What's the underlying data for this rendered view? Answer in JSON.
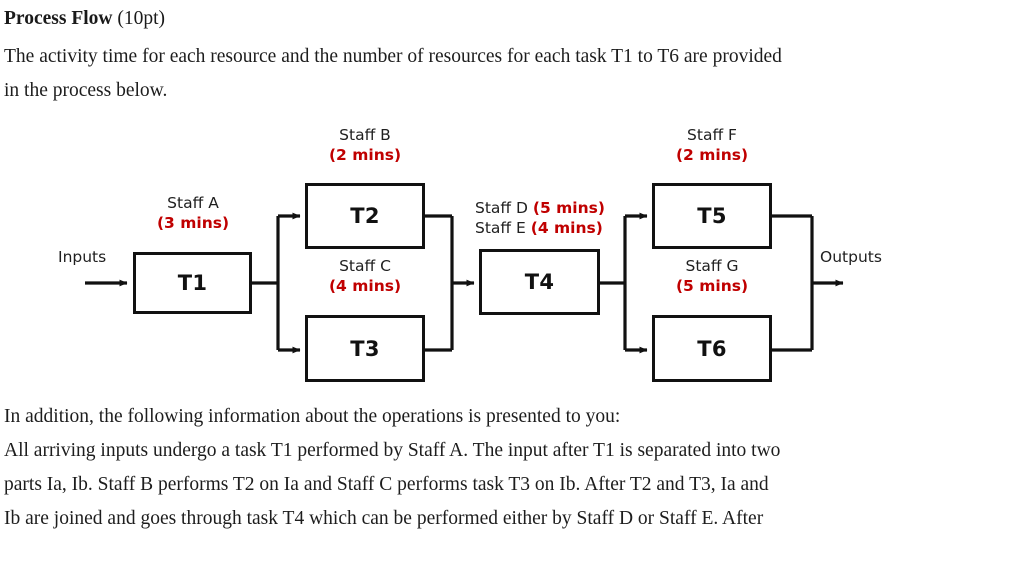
{
  "document": {
    "heading": {
      "bold_part": "Process Flow",
      "normal_part": " (10pt)"
    },
    "intro_lines": [
      "The activity time for each resource and the number of resources for each task T1 to T6 are provided",
      "in the process below."
    ],
    "closing_lines": [
      "In addition, the following information about the operations is presented to you:",
      "All arriving inputs undergo a task T1 performed by Staff A. The input after T1 is separated into two",
      "parts Ia, Ib. Staff B performs T2 on Ia and Staff C performs task T3 on Ib. After T2 and T3, Ia and",
      "Ib are joined and goes through task T4 which can be performed either by Staff D or Staff E. After"
    ]
  },
  "diagram": {
    "input_label": "Inputs",
    "output_label": "Outputs",
    "accent_color": "#c00000",
    "line_color": "#111111",
    "tasks": [
      {
        "id": "T1",
        "name": "T1"
      },
      {
        "id": "T2",
        "name": "T2"
      },
      {
        "id": "T3",
        "name": "T3"
      },
      {
        "id": "T4",
        "name": "T4"
      },
      {
        "id": "T5",
        "name": "T5"
      },
      {
        "id": "T6",
        "name": "T6"
      }
    ],
    "resource_labels": {
      "t1": {
        "staff": "Staff A",
        "time": "(3 mins)"
      },
      "t2": {
        "staff": "Staff B",
        "time": "(2 mins)"
      },
      "t3": {
        "staff": "Staff C",
        "time": "(4 mins)"
      },
      "t4_line1": {
        "staff": "Staff D ",
        "time": "(5 mins)"
      },
      "t4_line2": {
        "staff": "Staff E ",
        "time": "(4 mins)"
      },
      "t5": {
        "staff": "Staff F",
        "time": "(2 mins)"
      },
      "t6": {
        "staff": "Staff G",
        "time": "(5 mins)"
      }
    }
  }
}
